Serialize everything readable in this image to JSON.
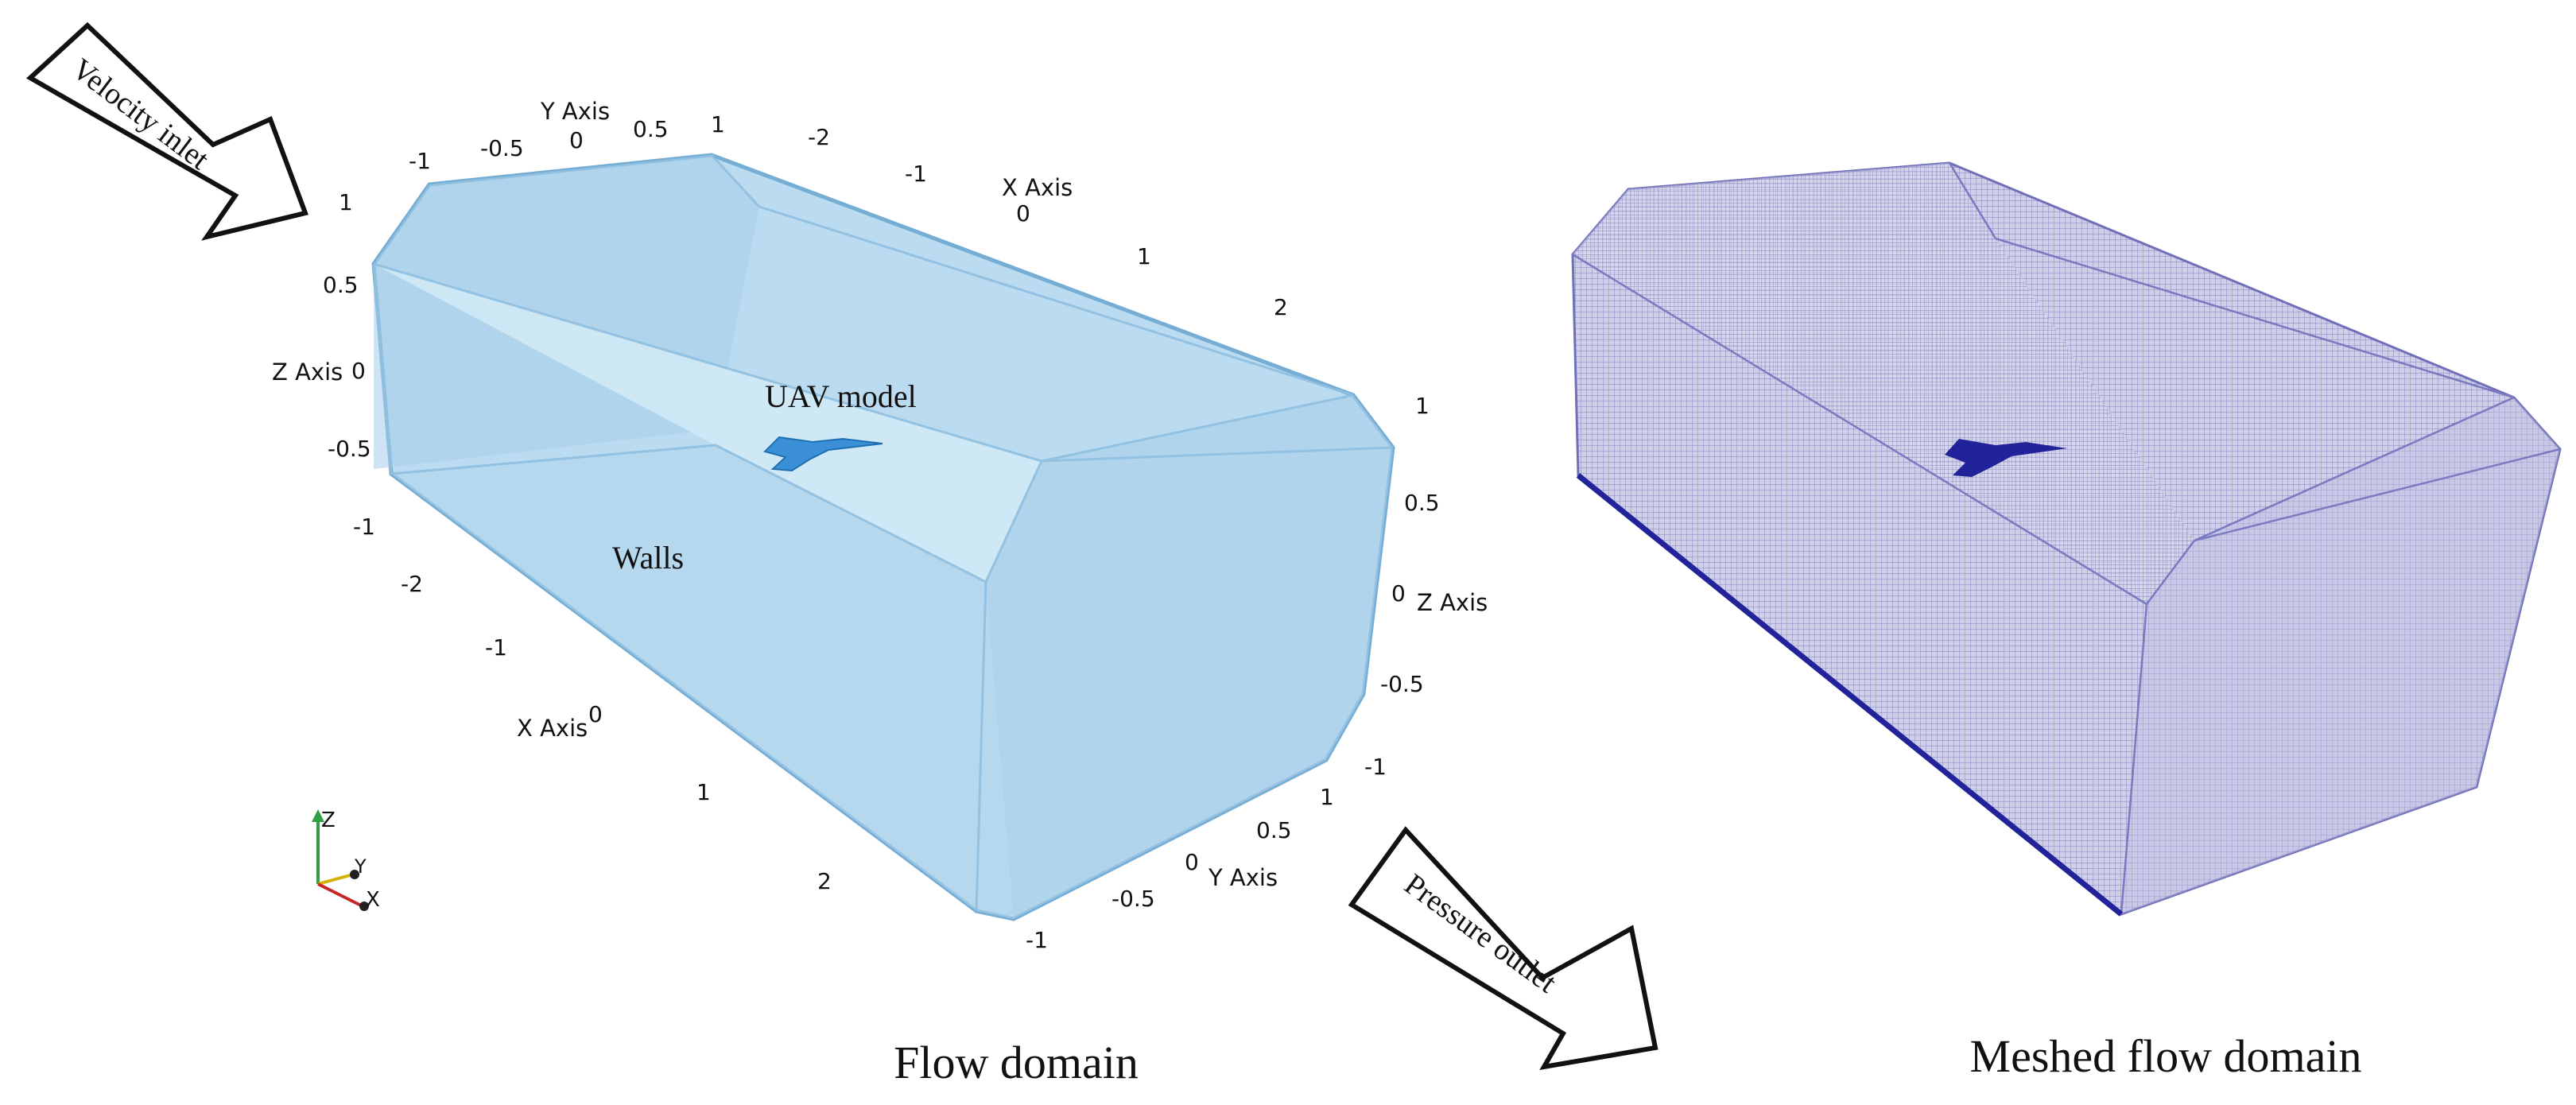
{
  "figure": {
    "left_panel": {
      "caption": "Flow domain",
      "labels": {
        "velocity_inlet": "Velocity inlet",
        "pressure_outlet": "Pressure outlet",
        "uav_model": "UAV model",
        "walls": "Walls"
      },
      "axes": {
        "y_axis_top": {
          "label": "Y Axis",
          "ticks": [
            "-1",
            "-0.5",
            "0",
            "0.5",
            "1"
          ]
        },
        "x_axis_top": {
          "label": "X Axis",
          "ticks": [
            "-2",
            "-1",
            "0",
            "1",
            "2"
          ]
        },
        "z_axis_left": {
          "label": "Z Axis",
          "ticks": [
            "1",
            "0.5",
            "0",
            "-0.5",
            "-1"
          ]
        },
        "x_axis_bottom": {
          "label": "X Axis",
          "ticks": [
            "-2",
            "-1",
            "0",
            "1",
            "2"
          ]
        },
        "z_axis_right": {
          "label": "Z Axis",
          "ticks": [
            "1",
            "0.5",
            "0",
            "-0.5",
            "-1"
          ]
        },
        "y_axis_bottom": {
          "label": "Y Axis",
          "ticks": [
            "1",
            "0.5",
            "0",
            "-0.5",
            "-1"
          ]
        }
      },
      "orientation_triad": {
        "z": "Z",
        "y": "Y",
        "x": "X"
      }
    },
    "right_panel": {
      "caption": "Meshed flow domain"
    },
    "colors": {
      "domain_fill": "#b4d8ef",
      "domain_edge": "#6fa9d3",
      "uav_fill": "#3b8fd6",
      "mesh_fill": "#c9c9e6",
      "mesh_line": "#5b5ba8",
      "mesh_uav": "#22229a"
    }
  }
}
